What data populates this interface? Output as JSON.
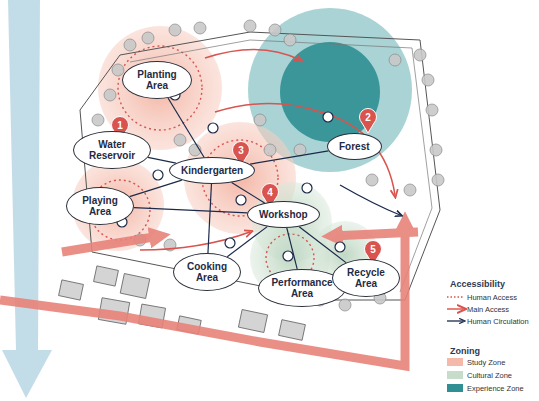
{
  "diagram": {
    "nodes": [
      {
        "text": [
          "Planting Area"
        ]
      },
      {
        "text": [
          "Water Reservoir"
        ]
      },
      {
        "text": [
          "Playing Area"
        ]
      },
      {
        "text": [
          "Kindergarten"
        ]
      },
      {
        "text": [
          "Forest"
        ]
      },
      {
        "text": [
          "Workshop"
        ]
      },
      {
        "text": [
          "Cooking Area"
        ]
      },
      {
        "text": [
          "Performance Area"
        ]
      },
      {
        "text": [
          "Recycle Area"
        ]
      }
    ],
    "edges": [
      {
        "from": 0,
        "to": 3,
        "arrow": "none"
      },
      {
        "from": 1,
        "to": 3,
        "arrow": "none"
      },
      {
        "from": 2,
        "to": 3,
        "arrow": "none"
      },
      {
        "from": 2,
        "to": 5,
        "arrow": "none"
      },
      {
        "from": 3,
        "to": 5,
        "arrow": "none"
      },
      {
        "from": 3,
        "to": 6,
        "arrow": "none"
      },
      {
        "from": 5,
        "to": 6,
        "arrow": "none"
      },
      {
        "from": 5,
        "to": 7,
        "arrow": "none"
      },
      {
        "from": 5,
        "to": 8,
        "arrow": "none"
      },
      {
        "from": 3,
        "to": 4,
        "arrow": "none"
      }
    ],
    "labels": [
      "1",
      "2",
      "3",
      "4",
      "5",
      "Accessibility",
      "Zoning"
    ],
    "legend": [
      {
        "text": "Human Access"
      },
      {
        "text": "Main Access"
      },
      {
        "text": "Human Circulation"
      },
      {
        "text": "Study Zone",
        "color": "#f4b9a9"
      },
      {
        "text": "Cultural Zone",
        "color": "#c8dccb"
      },
      {
        "text": "Experience Zone",
        "color": "#2f8f92"
      }
    ]
  }
}
